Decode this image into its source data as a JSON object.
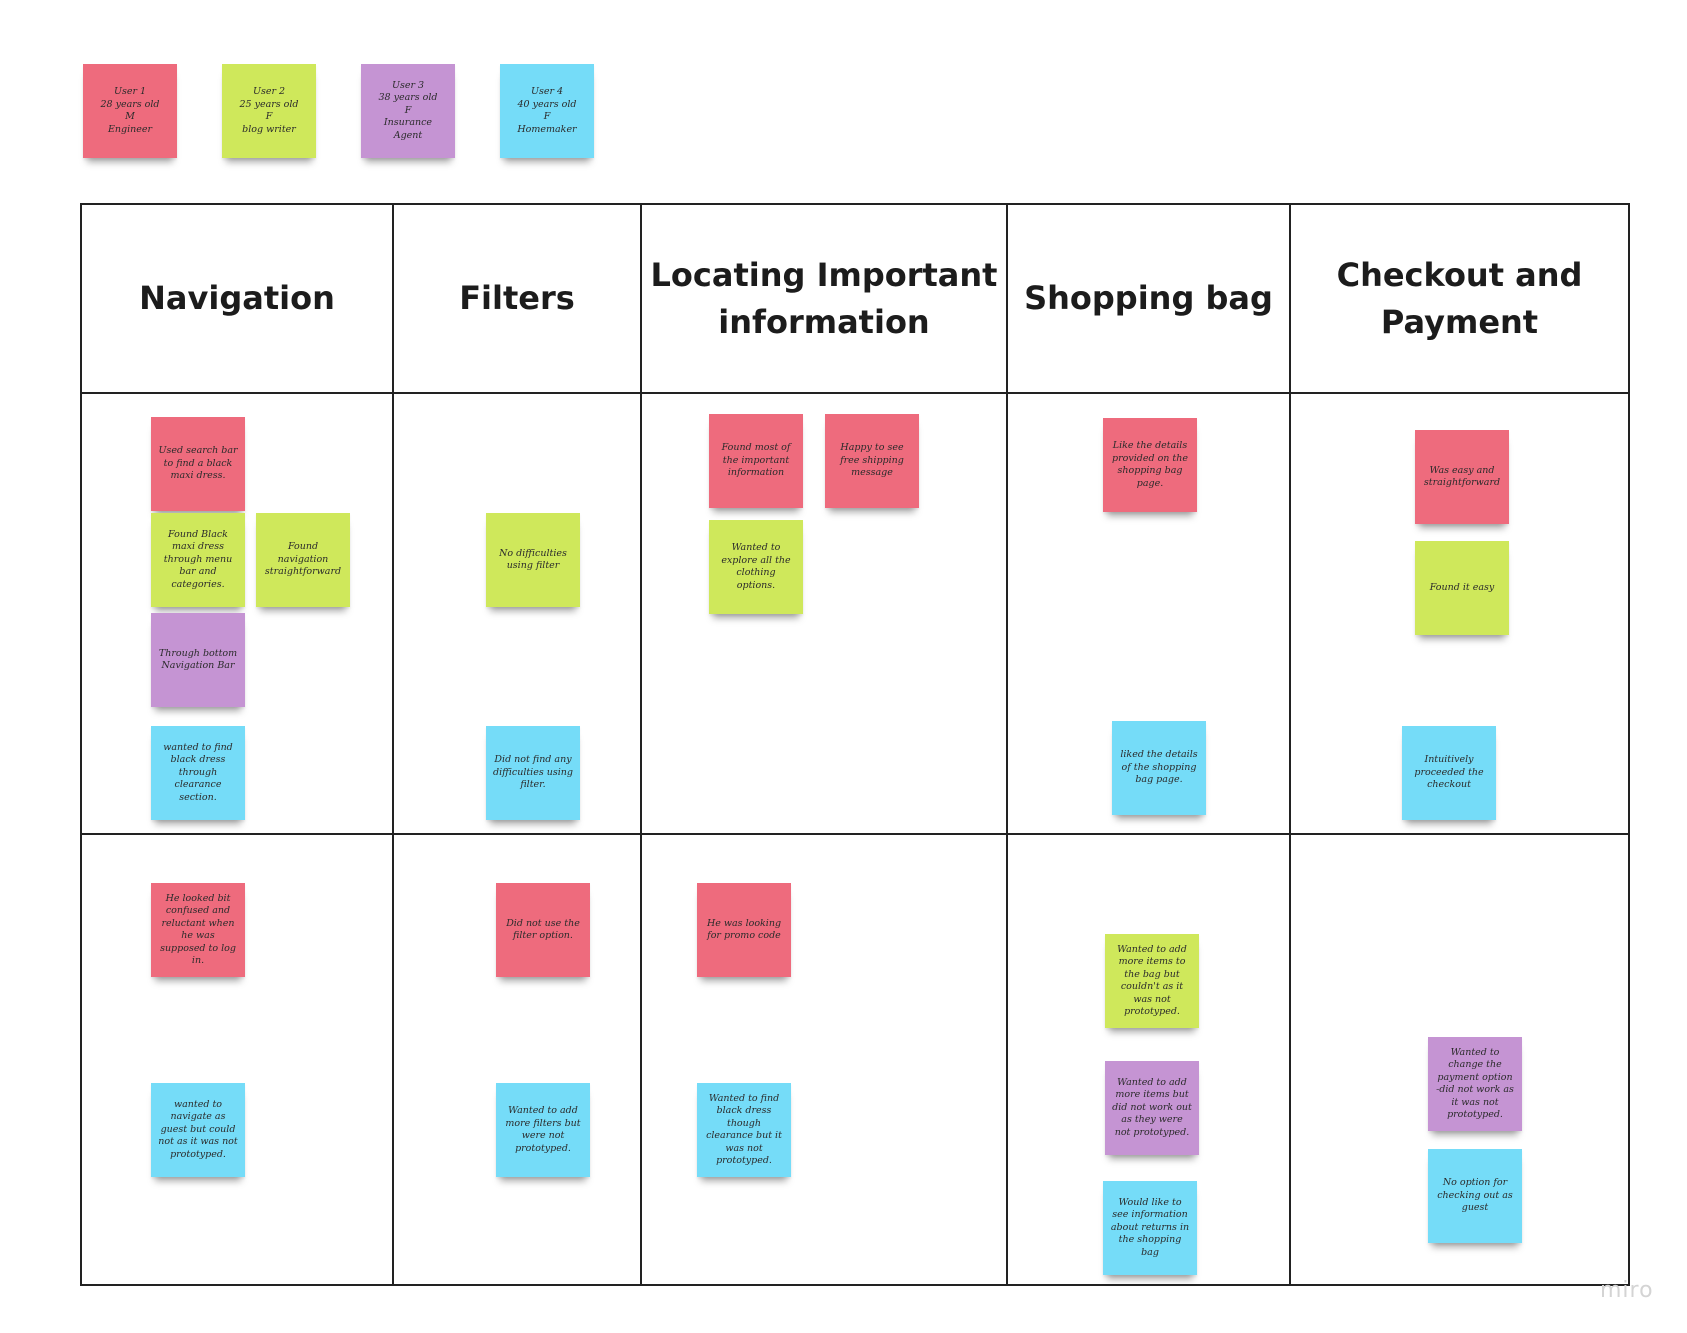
{
  "users": [
    {
      "text": "User 1\n28 years old\nM\nEngineer",
      "color": "#ee6b7d"
    },
    {
      "text": "User 2\n25 years old\nF\nblog writer",
      "color": "#cfe85b"
    },
    {
      "text": "User 3\n38 years old\nF\nInsurance\nAgent",
      "color": "#c594d3"
    },
    {
      "text": "User 4\n40 years old\nF\nHomemaker",
      "color": "#75dcf8"
    }
  ],
  "columns": {
    "navigation": "Navigation",
    "filters": "Filters",
    "locating": "Locating Important information",
    "shopping_bag": "Shopping bag",
    "checkout": "Checkout and Payment"
  },
  "notes": {
    "nav_r1_pink": "Used search bar to find a black maxi dress.",
    "nav_r1_green1": "Found Black maxi dress through menu bar and categories.",
    "nav_r1_green2": "Found navigation straightforward",
    "nav_r1_purple": "Through bottom Navigation Bar",
    "nav_r1_blue": "wanted to find black dress through clearance section.",
    "filt_r1_green": "No difficulties using filter",
    "filt_r1_blue": "Did not find any difficulties using filter.",
    "loc_r1_pink1": "Found most of the important information",
    "loc_r1_pink2": "Happy to see free shipping message",
    "loc_r1_green": "Wanted to explore all the clothing options.",
    "bag_r1_pink": "Like the details provided on the shopping bag page.",
    "bag_r1_blue": "liked the details of the shopping bag page.",
    "chk_r1_pink": "Was easy and straightforward",
    "chk_r1_green": "Found it easy",
    "chk_r1_blue": "Intuitively proceeded the checkout",
    "nav_r2_pink": "He looked bit confused and reluctant when he was supposed to log in.",
    "nav_r2_blue": "wanted to navigate as guest but could not as it was not prototyped.",
    "filt_r2_pink": "Did not use the filter option.",
    "filt_r2_blue": "Wanted to add more filters but were not prototyped.",
    "loc_r2_pink": "He was looking for promo code",
    "loc_r2_blue": "Wanted to find black dress though clearance but it was not prototyped.",
    "bag_r2_green": "Wanted to add more items to the bag but couldn't as it was not prototyped.",
    "bag_r2_purple": "Wanted to add more items but did not work out as they were not prototyped.",
    "bag_r2_blue": "Would like to see information about returns in the shopping bag",
    "chk_r2_purple": "Wanted to change the payment option -did not work as it was not prototyped.",
    "chk_r2_blue": "No option for checking out as guest"
  },
  "watermark": "miro"
}
